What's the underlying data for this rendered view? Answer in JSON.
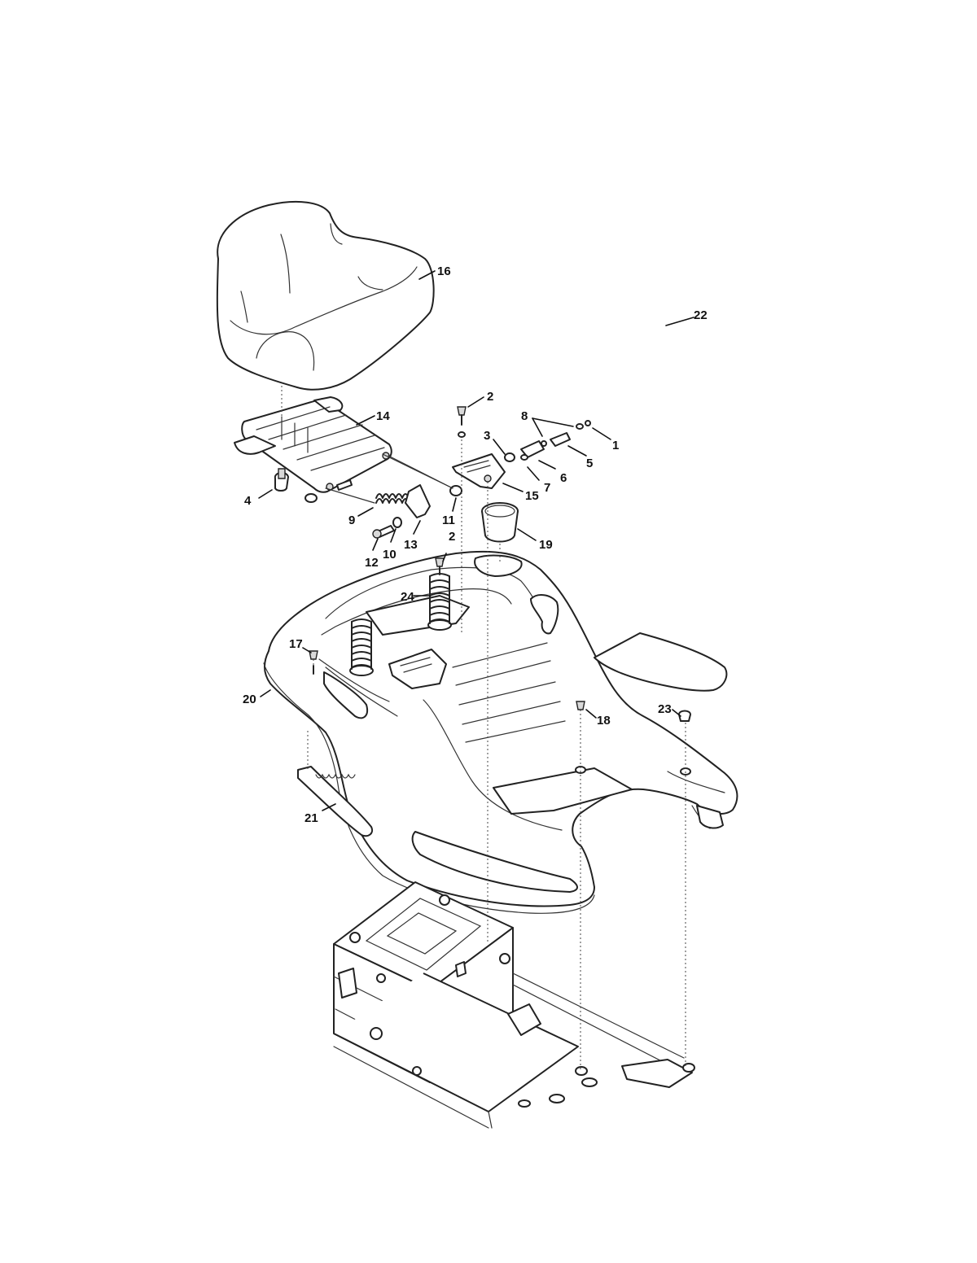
{
  "callouts": [
    "1",
    "2",
    "3",
    "4",
    "5",
    "6",
    "7",
    "8",
    "9",
    "10",
    "11",
    "12",
    "13",
    "14",
    "15",
    "16",
    "17",
    "18",
    "19",
    "20",
    "21",
    "22",
    "23",
    "24"
  ],
  "colors": {
    "line": "#222222",
    "background": "#ffffff",
    "panel": "#d9d9d9"
  }
}
